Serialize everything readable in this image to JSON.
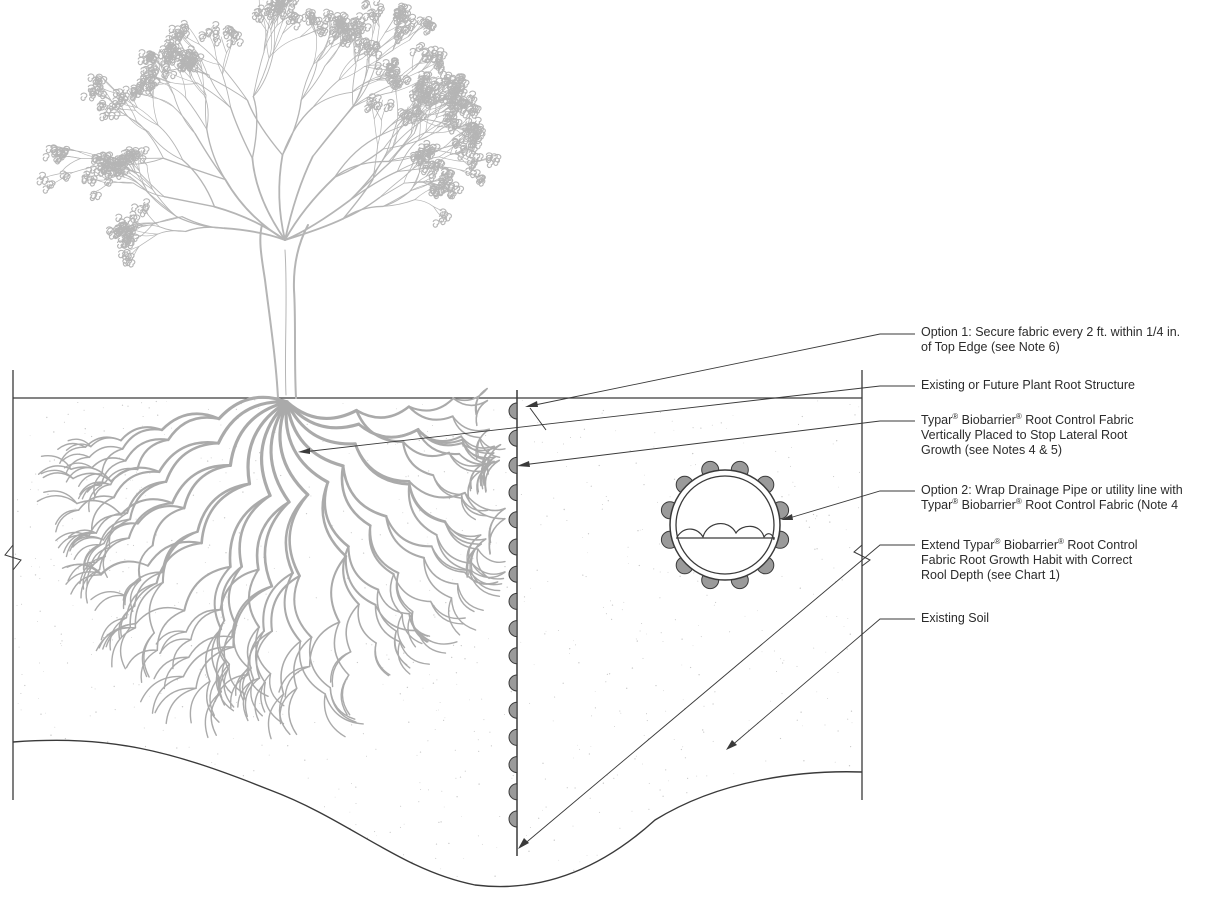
{
  "callouts": [
    {
      "lines": [
        "Option 1: Secure fabric every 2 ft. within 1/4 in.",
        "of Top Edge (see Note 6)"
      ]
    },
    {
      "lines": [
        "Existing or Future Plant Root Structure"
      ]
    },
    {
      "lines": [
        "Typar® Biobarrier® Root Control Fabric",
        "Vertically Placed to Stop Lateral Root",
        "Growth (see Notes 4 & 5)"
      ]
    },
    {
      "lines": [
        "Option 2: Wrap Drainage Pipe or utility line with",
        "Typar® Biobarrier® Root Control Fabric (Note 4"
      ]
    },
    {
      "lines": [
        "Extend Typar® Biobarrier® Root Control",
        "Fabric Root Growth Habit with Correct",
        "Rool Depth (see Chart 1)"
      ]
    },
    {
      "lines": [
        "Existing Soil"
      ]
    }
  ],
  "colors": {
    "line": "#3a3a3a",
    "tree": "#b5b5b5",
    "root": "#aaaaaa",
    "soil_speckle": "#c8c8c8",
    "fastener_fill": "#9a9a9a",
    "text": "#2b2b2b"
  }
}
